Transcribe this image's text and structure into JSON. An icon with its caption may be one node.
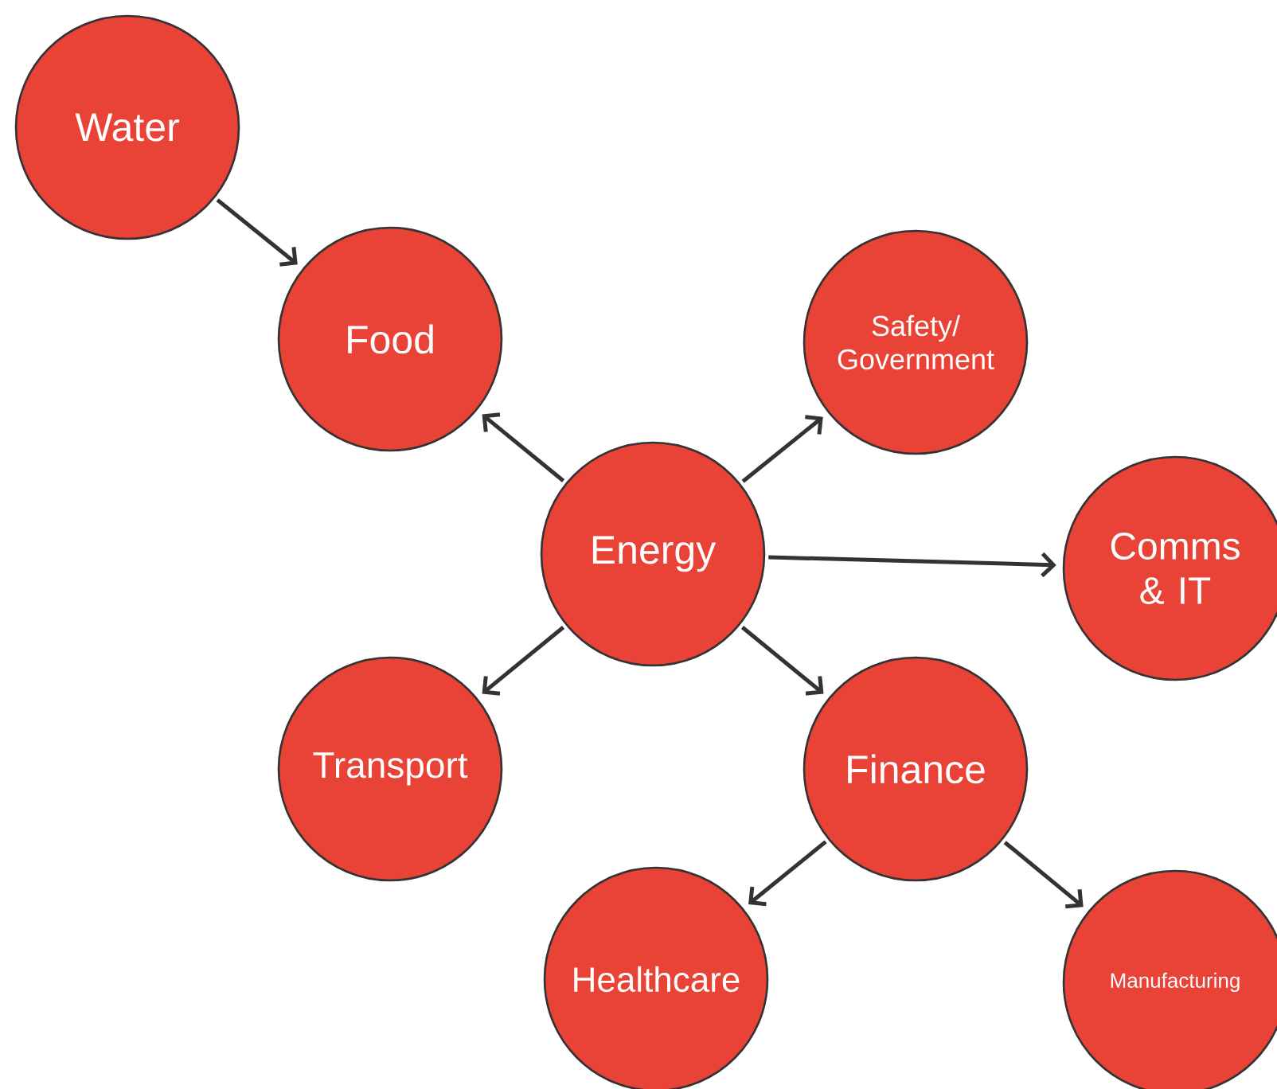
{
  "diagram": {
    "nodes": [
      {
        "text": [
          "Water"
        ]
      },
      {
        "text": [
          "Food"
        ]
      },
      {
        "text": [
          "Safety/ Government"
        ]
      },
      {
        "text": [
          "Energy"
        ]
      },
      {
        "text": [
          "Comms & IT"
        ]
      },
      {
        "text": [
          "Transport"
        ]
      },
      {
        "text": [
          "Finance"
        ]
      },
      {
        "text": [
          "Healthcare"
        ]
      },
      {
        "text": [
          "Manufacturing"
        ]
      }
    ],
    "edges": [
      {
        "from": 0,
        "to": 1,
        "arrow": "to"
      },
      {
        "from": 3,
        "to": 1,
        "arrow": "to"
      },
      {
        "from": 3,
        "to": 2,
        "arrow": "to"
      },
      {
        "from": 3,
        "to": 4,
        "arrow": "to"
      },
      {
        "from": 3,
        "to": 5,
        "arrow": "to"
      },
      {
        "from": 3,
        "to": 6,
        "arrow": "to"
      },
      {
        "from": 6,
        "to": 7,
        "arrow": "to"
      },
      {
        "from": 6,
        "to": 8,
        "arrow": "to"
      }
    ]
  }
}
